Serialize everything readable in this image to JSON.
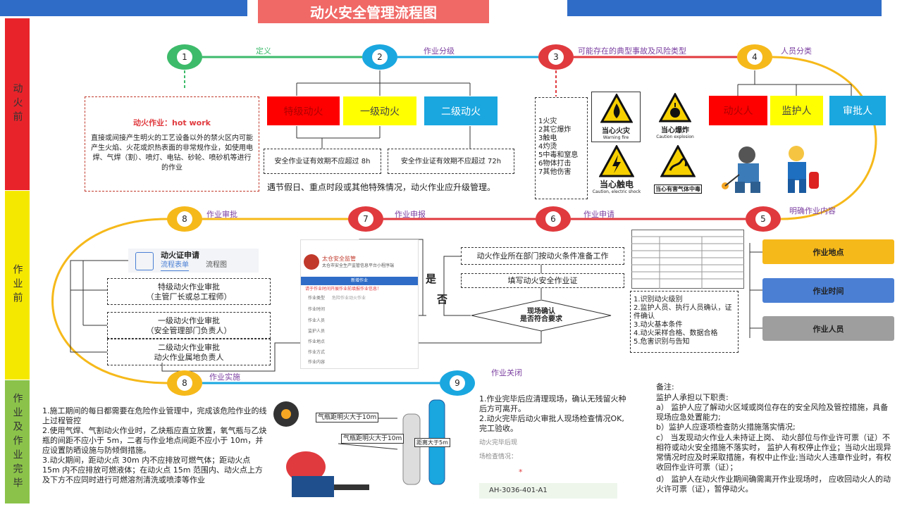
{
  "title": "动火安全管理流程图",
  "phases": [
    {
      "label": "动火前",
      "color": "#e8242a"
    },
    {
      "label": "作业前",
      "color": "#f5e800"
    },
    {
      "label": "作业及作业完毕",
      "color": "#8bc34a"
    }
  ],
  "nodes": [
    {
      "n": "1",
      "color": "#3dbb6b"
    },
    {
      "n": "2",
      "color": "#1aa7e0"
    },
    {
      "n": "3",
      "color": "#e03a3e"
    },
    {
      "n": "4",
      "color": "#f6b91a"
    },
    {
      "n": "5",
      "color": "#e03a3e"
    },
    {
      "n": "6",
      "color": "#e03a3e"
    },
    {
      "n": "7",
      "color": "#e03a3e"
    },
    {
      "n": "8",
      "color": "#f6b91a"
    },
    {
      "n": "8",
      "color": "#f6b91a"
    },
    {
      "n": "9",
      "color": "#1aa7e0"
    }
  ],
  "step_labels": {
    "define": "定义",
    "classify": "作业分级",
    "risk": "可能存在的典型事故及风险类型",
    "people": "人员分类",
    "content": "明确作业内容",
    "apply6": "作业申请",
    "apply7": "作业申报",
    "approve8": "作业审批",
    "implement8": "作业实施",
    "close9": "作业关闭"
  },
  "definition": {
    "heading": "动火作业：hot work",
    "body": "直接或间接产生明火的工艺设备以外的禁火区内可能产生火焰、火花或炽热表面的非常规作业，如使用电焊、气焊（割）、喷灯、电钻、砂轮、喷砂机等进行的作业"
  },
  "levels": {
    "special": "特级动火",
    "first": "一级动火",
    "second": "二级动火",
    "valid8": "安全作业证有效期不应超过 8h",
    "valid72": "安全作业证有效期不应超过 72h",
    "upgrade": "遇节假日、重点时段或其他特殊情况，动火作业应升级管理。"
  },
  "risks": [
    "1火灾",
    "2其它爆炸",
    "3触电",
    "4灼烫",
    "5中毒和窒息",
    "6物体打击",
    "7其他伤害"
  ],
  "signs": [
    {
      "cn": "当心火灾",
      "en": "Warning fire"
    },
    {
      "cn": "当心爆炸",
      "en": "Caution explosion"
    },
    {
      "cn": "当心触电",
      "en": "Caution, electric shock"
    },
    {
      "cn": "当心有害气体中毒",
      "en": ""
    }
  ],
  "roles": [
    "动火人",
    "监护人",
    "审批人"
  ],
  "work_content": {
    "items": [
      "作业地点",
      "作业时间",
      "作业人员"
    ],
    "list": [
      "1.识别动火级别",
      "2.监护人员、执行人员确认，证件确认",
      "3.动火基本条件",
      "4.动火采样合格、数据合格",
      "5.危害识别与告知"
    ]
  },
  "flow": {
    "dept": "动火作业所在部门按动火条件准备工作",
    "fill": "填写动火安全作业证",
    "check": "现场确认\n是否符合要求",
    "yes": "是",
    "no": "否"
  },
  "app": {
    "org": "太仓安全监管",
    "sub": "太仓市安全生产监管信息平台小程序端",
    "bar": "新增作业",
    "warn": "请于作业时间开展作业前填报作业信息！",
    "fields": [
      "作业类型",
      "作业时间",
      "作业人员",
      "监护人员",
      "作业地点",
      "作业方式",
      "作业内容"
    ],
    "type_value": "危险作业动火作业"
  },
  "approval": {
    "app_title": "动火证申请",
    "tab1": "流程表单",
    "tab2": "流程图",
    "items": [
      "特级动火作业审批\n（主管厂长或总工程师）",
      "一级动火作业审批\n（安全管理部门负责人）",
      "二级动火作业审批\n动火作业属地负责人"
    ]
  },
  "implement_text": "1.施工期间的每日都需要在危险作业管理中，完成该危险作业的线上过程管控\n2.使用气焊、气割动火作业时，乙炔瓶应直立放置，氧气瓶与乙炔瓶的间距不应小于 5m，二者与作业地点间距不应小于 10m，并应设置防晒设施与防倾倒措施。\n3.动火期间，距动火点 30m 内不应排放可燃气体；距动火点 15m 内不应排放可燃液体；在动火点 15m 范围内、动火点上方及下方不应同时进行可燃溶剂清洗或喷漆等作业",
  "cylinders": {
    "a": "气瓶距明火大于10m",
    "b": "气瓶距明火大于10m",
    "c": "距离大于5m"
  },
  "close": {
    "text": "1.作业完毕后应清理现场，确认无残留火种后方可离开。\n2.动火完毕后动火审批人现场检查情况OK,完工验收。",
    "check_title": "动火完毕后现",
    "check_label": "场检查情况：",
    "star": "*",
    "code": "AH-3036-401-A1"
  },
  "notes": {
    "title": "备注:",
    "intro": "监护人承担以下职责:",
    "items": [
      "a） 监护人应了解动火区域或岗位存在的安全风险及管控措施，具备现场应急处置能力;",
      "b）监护人应逐项检查防火措施落实情况;",
      "c） 当发现动火作业人未持证上岗、 动火部位与作业许可票（证）不相符或动火安全措施不落实时， 监护人有权停止作业；当动火出现异常情况时应及时采取措施，有权中止作业;当动火人违章作业时，有权收回作业许可票（证）；",
      "d） 监护人在动火作业期间确需离开作业现场时， 应收回动火人的动火许可票（证），暂停动火。"
    ]
  }
}
